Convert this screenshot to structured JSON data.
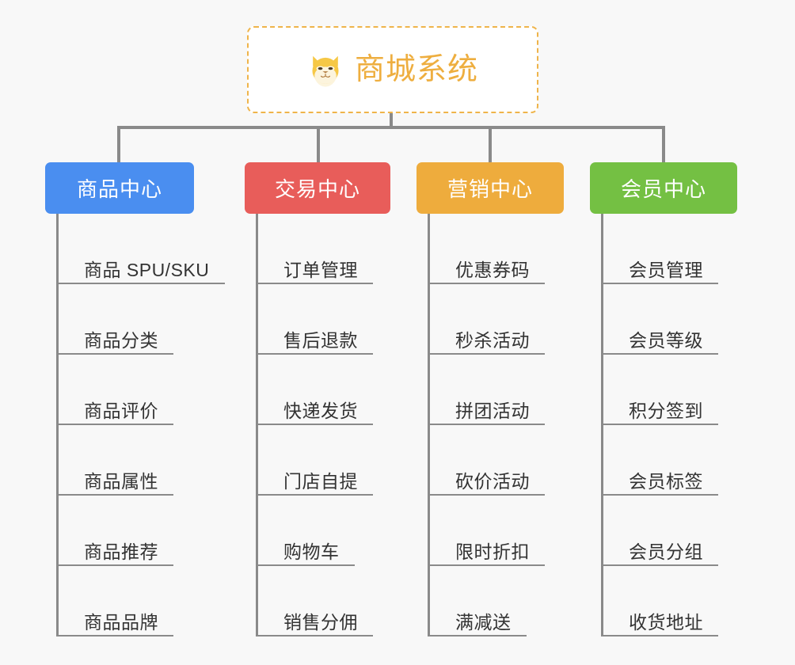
{
  "page": {
    "background_color": "#f8f8f8",
    "line_color": "#8a8a8a",
    "type": "organization-chart"
  },
  "root": {
    "title": "商城系统",
    "icon": "dog-face-icon",
    "text_color": "#eeae3f",
    "border_color": "#efb44a",
    "background_color": "#ffffff"
  },
  "columns": [
    {
      "title": "商品中心",
      "color": "#4a8ef0",
      "items": [
        {
          "label": "商品 SPU/SKU",
          "rule": "w-xl"
        },
        {
          "label": "商品分类",
          "rule": "w-md"
        },
        {
          "label": "商品评价",
          "rule": "w-md"
        },
        {
          "label": "商品属性",
          "rule": "w-md"
        },
        {
          "label": "商品推荐",
          "rule": "w-md"
        },
        {
          "label": "商品品牌",
          "rule": "w-md"
        }
      ]
    },
    {
      "title": "交易中心",
      "color": "#e85d5a",
      "items": [
        {
          "label": "订单管理",
          "rule": "w-md"
        },
        {
          "label": "售后退款",
          "rule": "w-md"
        },
        {
          "label": "快递发货",
          "rule": "w-md"
        },
        {
          "label": "门店自提",
          "rule": "w-md"
        },
        {
          "label": "购物车",
          "rule": "w-sm"
        },
        {
          "label": "销售分佣",
          "rule": "w-md"
        }
      ]
    },
    {
      "title": "营销中心",
      "color": "#eeac3d",
      "items": [
        {
          "label": "优惠券码",
          "rule": "w-md"
        },
        {
          "label": "秒杀活动",
          "rule": "w-md"
        },
        {
          "label": "拼团活动",
          "rule": "w-md"
        },
        {
          "label": "砍价活动",
          "rule": "w-md"
        },
        {
          "label": "限时折扣",
          "rule": "w-md"
        },
        {
          "label": "满减送",
          "rule": "w-sm"
        }
      ]
    },
    {
      "title": "会员中心",
      "color": "#74c043",
      "items": [
        {
          "label": "会员管理",
          "rule": "w-md"
        },
        {
          "label": "会员等级",
          "rule": "w-md"
        },
        {
          "label": "积分签到",
          "rule": "w-md"
        },
        {
          "label": "会员标签",
          "rule": "w-md"
        },
        {
          "label": "会员分组",
          "rule": "w-md"
        },
        {
          "label": "收货地址",
          "rule": "w-md"
        }
      ]
    }
  ]
}
